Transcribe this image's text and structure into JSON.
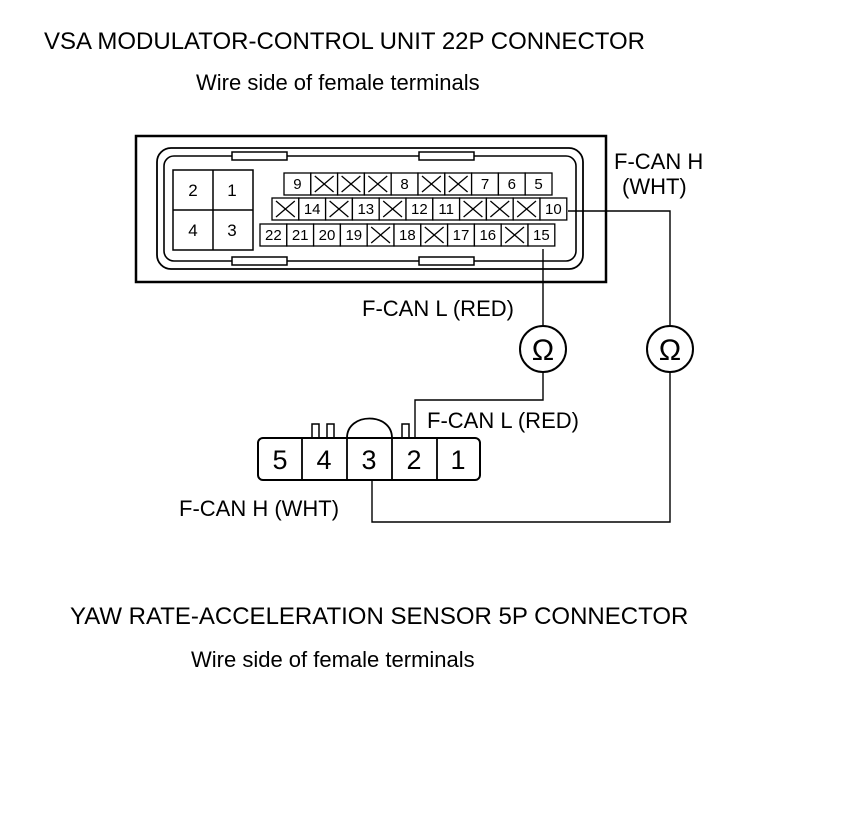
{
  "vsa": {
    "title": "VSA MODULATOR-CONTROL UNIT 22P CONNECTOR",
    "view": "Wire side of female terminals",
    "pins_large": [
      "1",
      "2",
      "3",
      "4"
    ],
    "pins": [
      "5",
      "6",
      "7",
      "8",
      "9",
      "10",
      "11",
      "12",
      "13",
      "14",
      "15",
      "16",
      "17",
      "18",
      "19",
      "20",
      "21",
      "22"
    ],
    "fcan_h_label_line1": "F-CAN H",
    "fcan_h_label_line2": "(WHT)",
    "fcan_l_label": "F-CAN L (RED)"
  },
  "yaw": {
    "title": "YAW RATE-ACCELERATION SENSOR 5P CONNECTOR",
    "view": "Wire side of female terminals",
    "pins": [
      "5",
      "4",
      "3",
      "2",
      "1"
    ],
    "fcan_l_label": "F-CAN L (RED)",
    "fcan_h_label": "F-CAN H (WHT)"
  },
  "meters": [
    {
      "symbol": "Ω",
      "icon": "ohmmeter-icon"
    },
    {
      "symbol": "Ω",
      "icon": "ohmmeter-icon"
    }
  ]
}
